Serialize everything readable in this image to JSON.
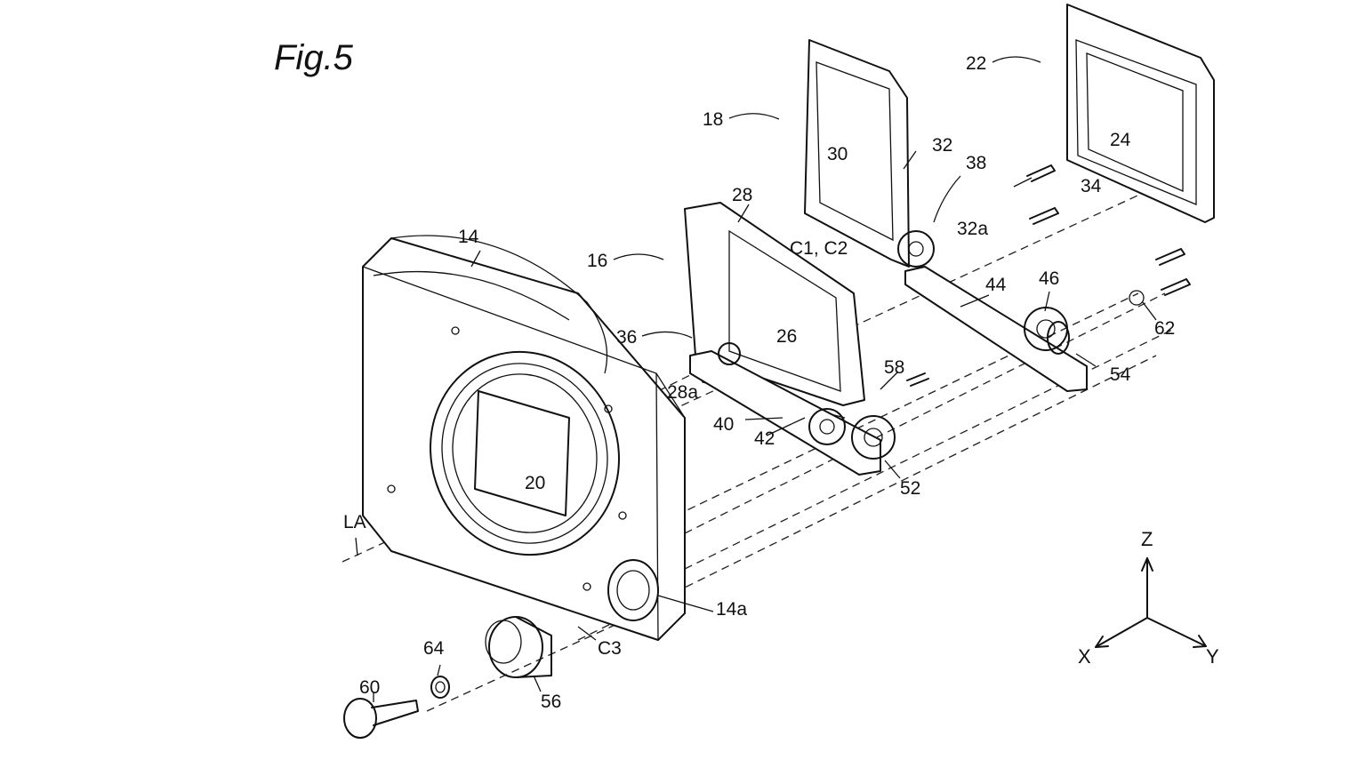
{
  "figure": {
    "title": "Fig.5",
    "labels": {
      "l14": "14",
      "l14a": "14a",
      "l16": "16",
      "l18": "18",
      "l20": "20",
      "l22": "22",
      "l24": "24",
      "l26": "26",
      "l28": "28",
      "l28a": "28a",
      "l30": "30",
      "l32": "32",
      "l32a": "32a",
      "l34": "34",
      "l36": "36",
      "l38": "38",
      "l40": "40",
      "l42": "42",
      "l44": "44",
      "l46": "46",
      "l52": "52",
      "l54": "54",
      "l56": "56",
      "l58": "58",
      "l60": "60",
      "l62": "62",
      "l64": "64",
      "lC1C2": "C1, C2",
      "lC3": "C3",
      "lLA": "LA"
    },
    "axes": {
      "z": "Z",
      "x": "X",
      "y": "Y"
    }
  }
}
